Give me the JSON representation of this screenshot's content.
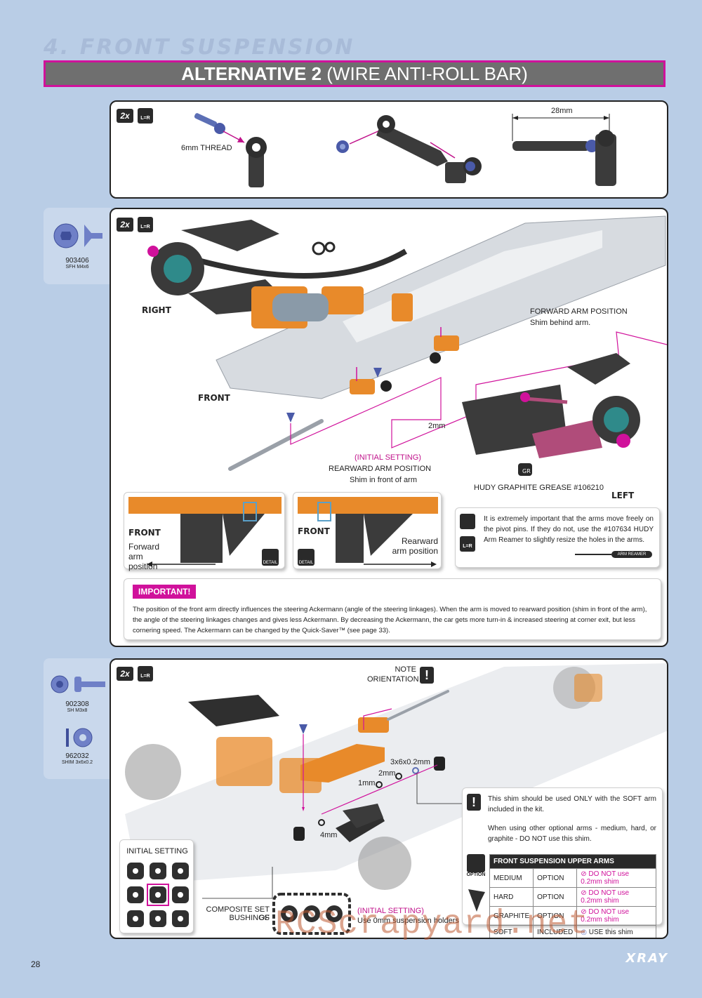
{
  "header": {
    "section_title": "4. FRONT SUSPENSION",
    "banner_main": "ALTERNATIVE 2",
    "banner_sub": "(WIRE ANTI-ROLL BAR)"
  },
  "step1": {
    "qty_badge": "2x",
    "lr_badge": "L=R",
    "thread_label": "6mm THREAD",
    "dimension_label": "28mm"
  },
  "step2": {
    "qty_badge": "2x",
    "lr_badge": "L=R",
    "part": {
      "number": "903406",
      "name": "SFH M4x6"
    },
    "label_right": "RIGHT",
    "label_front": "FRONT",
    "label_left": "LEFT",
    "forward_arm_title": "FORWARD ARM POSITION",
    "forward_arm_sub": "Shim behind arm.",
    "shim_2mm": "2mm",
    "initial_setting": "(INITIAL SETTING)",
    "rearward_arm_title": "REARWARD ARM POSITION",
    "rearward_arm_sub": "Shim in front of arm",
    "grease": "HUDY GRAPHITE GREASE  #106210",
    "detail1_front": "FRONT",
    "detail1_caption": "Forward arm position",
    "detail2_front": "FRONT",
    "detail2_caption": "Rearward arm position",
    "detail_icon": "DETAIL",
    "note_text": "It is extremely important that the arms move freely on the pivot pins. If they do not, use the #107634 HUDY Arm Reamer to slightly resize the holes in the arms.",
    "arm_reamer": "ARM REAMER",
    "important_head": "IMPORTANT!",
    "important_text": "The position of the front arm directly influences the steering Ackermann (angle of the steering linkages). When the arm is moved to rearward position (shim in front of  the arm), the angle of the steering linkages changes and gives less Ackermann. By decreasing the Ackermann, the car gets more turn-in & increased steering at corner exit, but less cornering speed. The Ackermann can be changed by the Quick-Saver™ (see page 33)."
  },
  "step3": {
    "qty_badge": "2x",
    "lr_badge": "L=R",
    "parts": [
      {
        "number": "902308",
        "name": "SH M3x8"
      },
      {
        "number": "962032",
        "name": "SHIM 3x6x0.2"
      }
    ],
    "note_orientation_1": "NOTE",
    "note_orientation_2": "ORIENTATION",
    "shim_label_02": "3x6x0.2mm",
    "shim_label_2": "2mm",
    "shim_label_1": "1mm",
    "shim_label_4": "4mm",
    "initial_setting_title": "INITIAL SETTING",
    "composite_1": "COMPOSITE SET OF",
    "composite_2": "BUSHINGS",
    "initial_setting_pink": "(INITIAL SETTING)",
    "initial_setting_sub": "Use 0mm suspension holders",
    "shim_note_1": "This shim should be used ONLY with the SOFT arm included in the kit.",
    "shim_note_2": "When using other optional arms - medium, hard, or graphite - DO NOT use this shim.",
    "option_label": "OPTION",
    "table_title": "FRONT SUSPENSION UPPER ARMS",
    "table_rows": [
      {
        "arm": "MEDIUM",
        "type": "OPTION",
        "shim": "DO NOT use 0.2mm shim"
      },
      {
        "arm": "HARD",
        "type": "OPTION",
        "shim": "DO NOT use 0.2mm shim"
      },
      {
        "arm": "GRAPHITE",
        "type": "OPTION",
        "shim": "DO NOT use 0.2mm shim"
      },
      {
        "arm": "SOFT",
        "type": "INCLUDED",
        "shim": "USE this shim"
      }
    ]
  },
  "footer": {
    "page_number": "28",
    "brand": "XRAY",
    "watermark": "RCScrapyard.net"
  },
  "colors": {
    "background": "#b9cde6",
    "accent_magenta": "#d0119b",
    "aluminium_orange": "#e88a2a",
    "banner_grey": "#6f6f6f"
  }
}
